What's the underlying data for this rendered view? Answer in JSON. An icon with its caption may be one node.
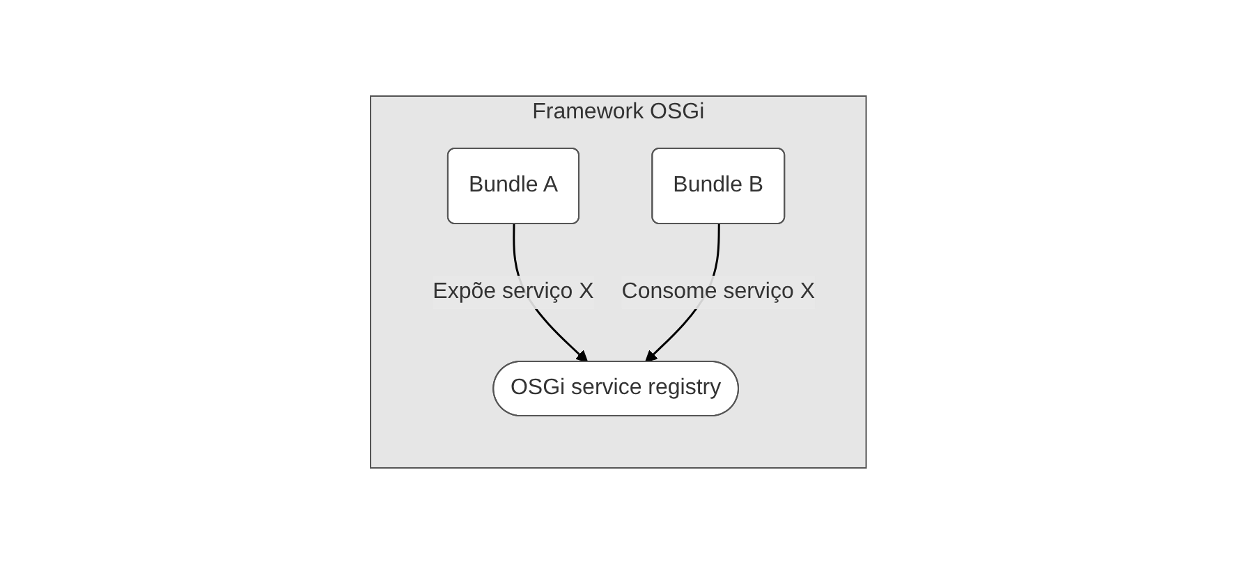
{
  "diagram": {
    "nodes": [
      {
        "text": [
          "Framework OSGi"
        ]
      },
      {
        "text": [
          "Bundle A"
        ],
        "in": 0
      },
      {
        "text": [
          "OSGi service registry"
        ],
        "in": 0
      },
      {
        "text": [
          "Bundle B"
        ],
        "in": 0
      }
    ],
    "edges": [
      {
        "from": 1,
        "to": 2,
        "arrow": "to",
        "label": "Expõe serviço X"
      },
      {
        "from": 3,
        "to": 2,
        "arrow": "to",
        "label": "Consome serviço X"
      }
    ]
  }
}
